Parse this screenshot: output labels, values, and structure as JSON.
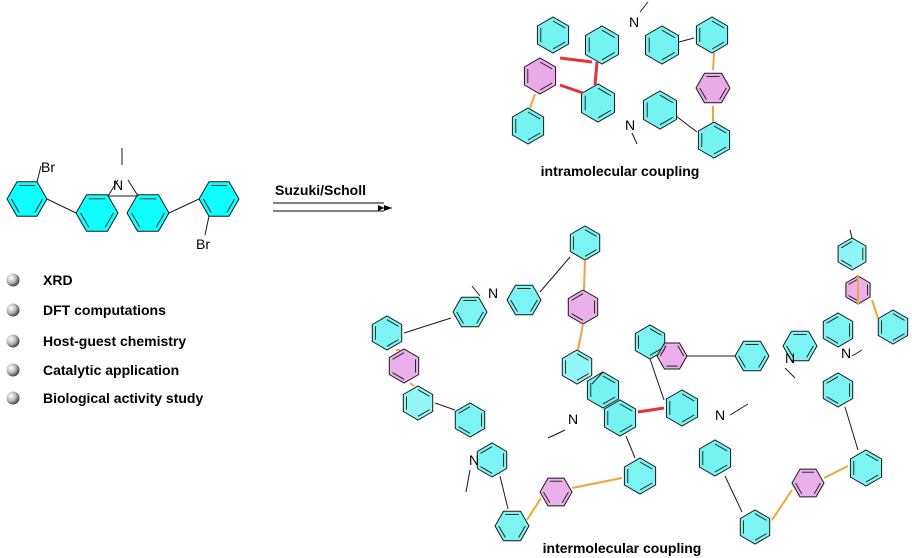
{
  "reaction": {
    "conditions": "Suzuki/Scholl",
    "atoms": {
      "nitrogen": "N",
      "bromine_top": "Br",
      "bromine_bottom": "Br"
    }
  },
  "studies": [
    {
      "label": "XRD"
    },
    {
      "label": "DFT computations"
    },
    {
      "label": "Host-guest chemistry"
    },
    {
      "label": "Catalytic application"
    },
    {
      "label": "Biological activity study"
    }
  ],
  "products": {
    "intramolecular": {
      "caption": "intramolecular coupling",
      "nitrogen": "N"
    },
    "intermolecular": {
      "caption": "intermolecular coupling",
      "nitrogen": "N"
    }
  },
  "colors": {
    "arene": "#00FFFF",
    "arene_fill": "#66F2F2",
    "pink_ring": "#E69BE6",
    "orange_bond": "#F2A33A",
    "red_bond": "#E8303A",
    "stroke": "#1a1a1a"
  }
}
